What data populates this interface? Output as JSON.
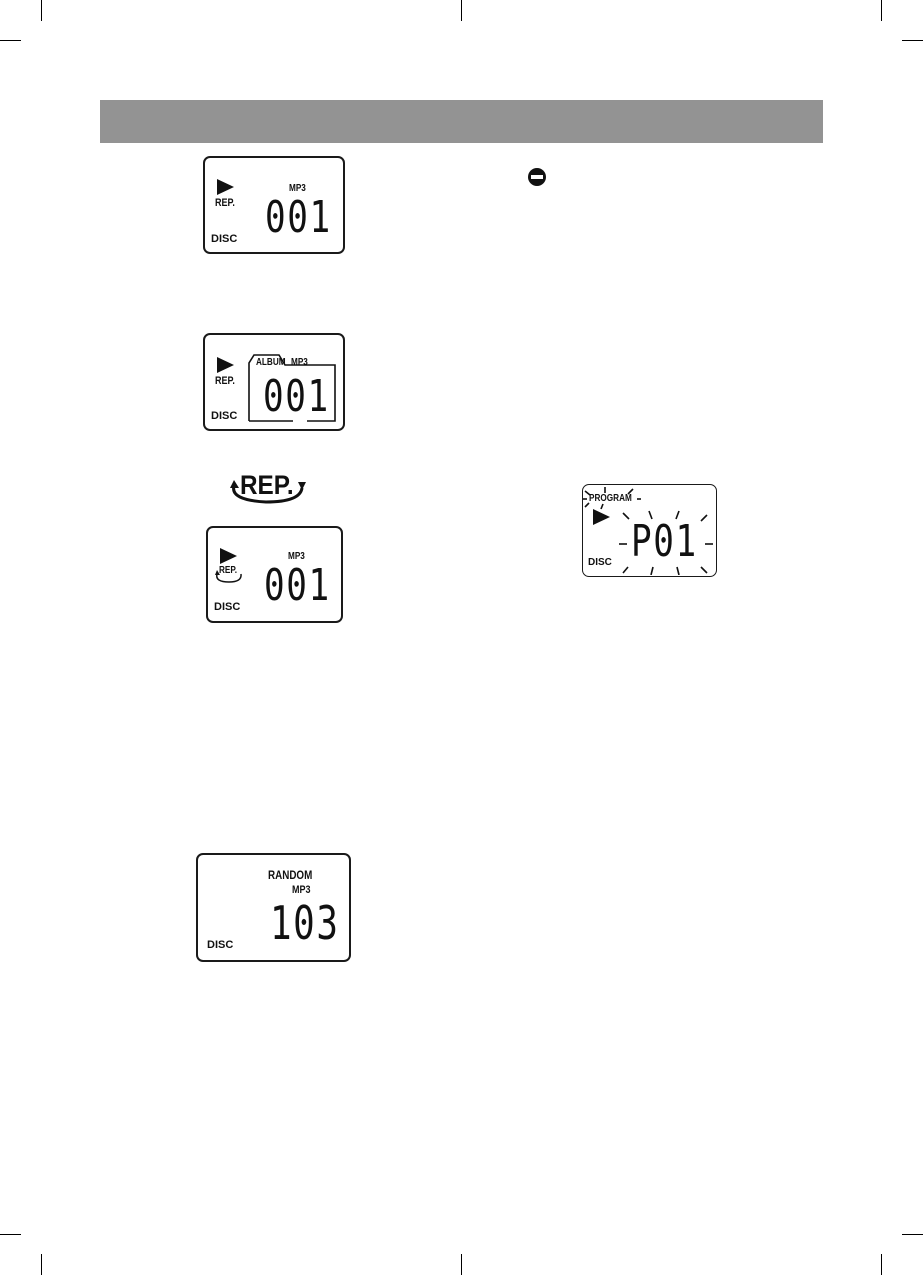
{
  "displays": {
    "repeat_track": {
      "play_symbol": "play",
      "rep": "REP.",
      "mp3": "MP3",
      "number": "001",
      "disc": "DISC"
    },
    "repeat_album": {
      "play_symbol": "play",
      "album": "ALBUM",
      "mp3": "MP3",
      "rep": "REP.",
      "number": "001",
      "disc": "DISC"
    },
    "repeat_all_symbol": {
      "rep": "REP."
    },
    "repeat_all": {
      "play_symbol": "play",
      "rep": "REP.",
      "mp3": "MP3",
      "number": "001",
      "disc": "DISC"
    },
    "random": {
      "random": "RANDOM",
      "mp3": "MP3",
      "number": "103",
      "disc": "DISC"
    },
    "program": {
      "program": "PROGRAM",
      "play_symbol": "play",
      "number": "P01",
      "disc": "DISC"
    }
  },
  "icons": {
    "stop": "stop-icon"
  }
}
